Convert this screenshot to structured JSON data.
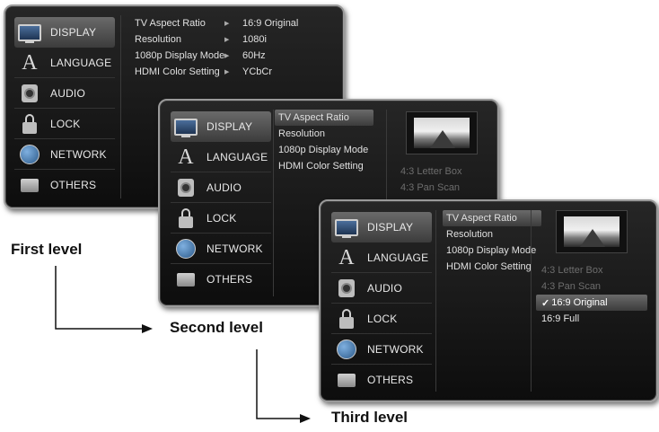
{
  "menu": {
    "items": [
      {
        "label": "DISPLAY",
        "icon": "tv-icon"
      },
      {
        "label": "LANGUAGE",
        "icon": "language-icon"
      },
      {
        "label": "AUDIO",
        "icon": "speaker-icon"
      },
      {
        "label": "LOCK",
        "icon": "lock-icon"
      },
      {
        "label": "NETWORK",
        "icon": "globe-icon"
      },
      {
        "label": "OTHERS",
        "icon": "box-icon"
      }
    ],
    "selected": "DISPLAY"
  },
  "display_settings": [
    {
      "label": "TV Aspect Ratio",
      "value": "16:9 Original"
    },
    {
      "label": "Resolution",
      "value": "1080i"
    },
    {
      "label": "1080p Display Mode",
      "value": "60Hz"
    },
    {
      "label": "HDMI Color Setting",
      "value": "YCbCr"
    }
  ],
  "aspect_options": {
    "items": [
      "4:3 Letter Box",
      "4:3 Pan Scan",
      "16:9 Original",
      "16:9 Full"
    ],
    "checkmark": "✓"
  },
  "captions": {
    "first": "First level",
    "second": "Second level",
    "third": "Third level"
  },
  "colors": {
    "highlight": "#5a5a5a",
    "panel_border": "#9a9a9a"
  }
}
